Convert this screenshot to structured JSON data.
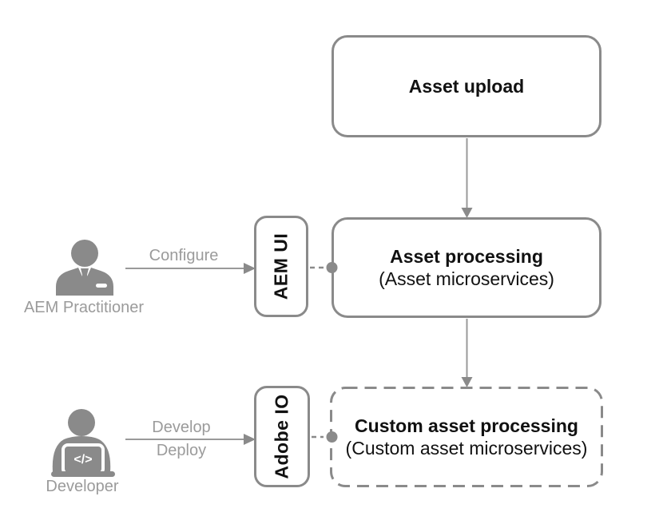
{
  "colors": {
    "background": "#ffffff",
    "border_gray": "#8a8a8a",
    "line_gray": "#999999",
    "label_gray": "#9b9b9b",
    "icon_gray": "#8a8a8a",
    "text_black": "#111111"
  },
  "nodes": {
    "asset_upload": {
      "title": "Asset upload"
    },
    "asset_processing": {
      "title": "Asset processing",
      "subtitle": "(Asset microservices)"
    },
    "custom_asset_processing": {
      "title": "Custom asset processing",
      "subtitle": "(Custom asset microservices)"
    },
    "aem_ui": {
      "label": "AEM UI"
    },
    "adobe_io": {
      "label": "Adobe IO"
    }
  },
  "actors": {
    "aem_practitioner": {
      "label": "AEM Practitioner",
      "action": "Configure"
    },
    "developer": {
      "label": "Developer",
      "actions": [
        "Develop",
        "Deploy"
      ],
      "laptop_glyph": "</>"
    }
  }
}
